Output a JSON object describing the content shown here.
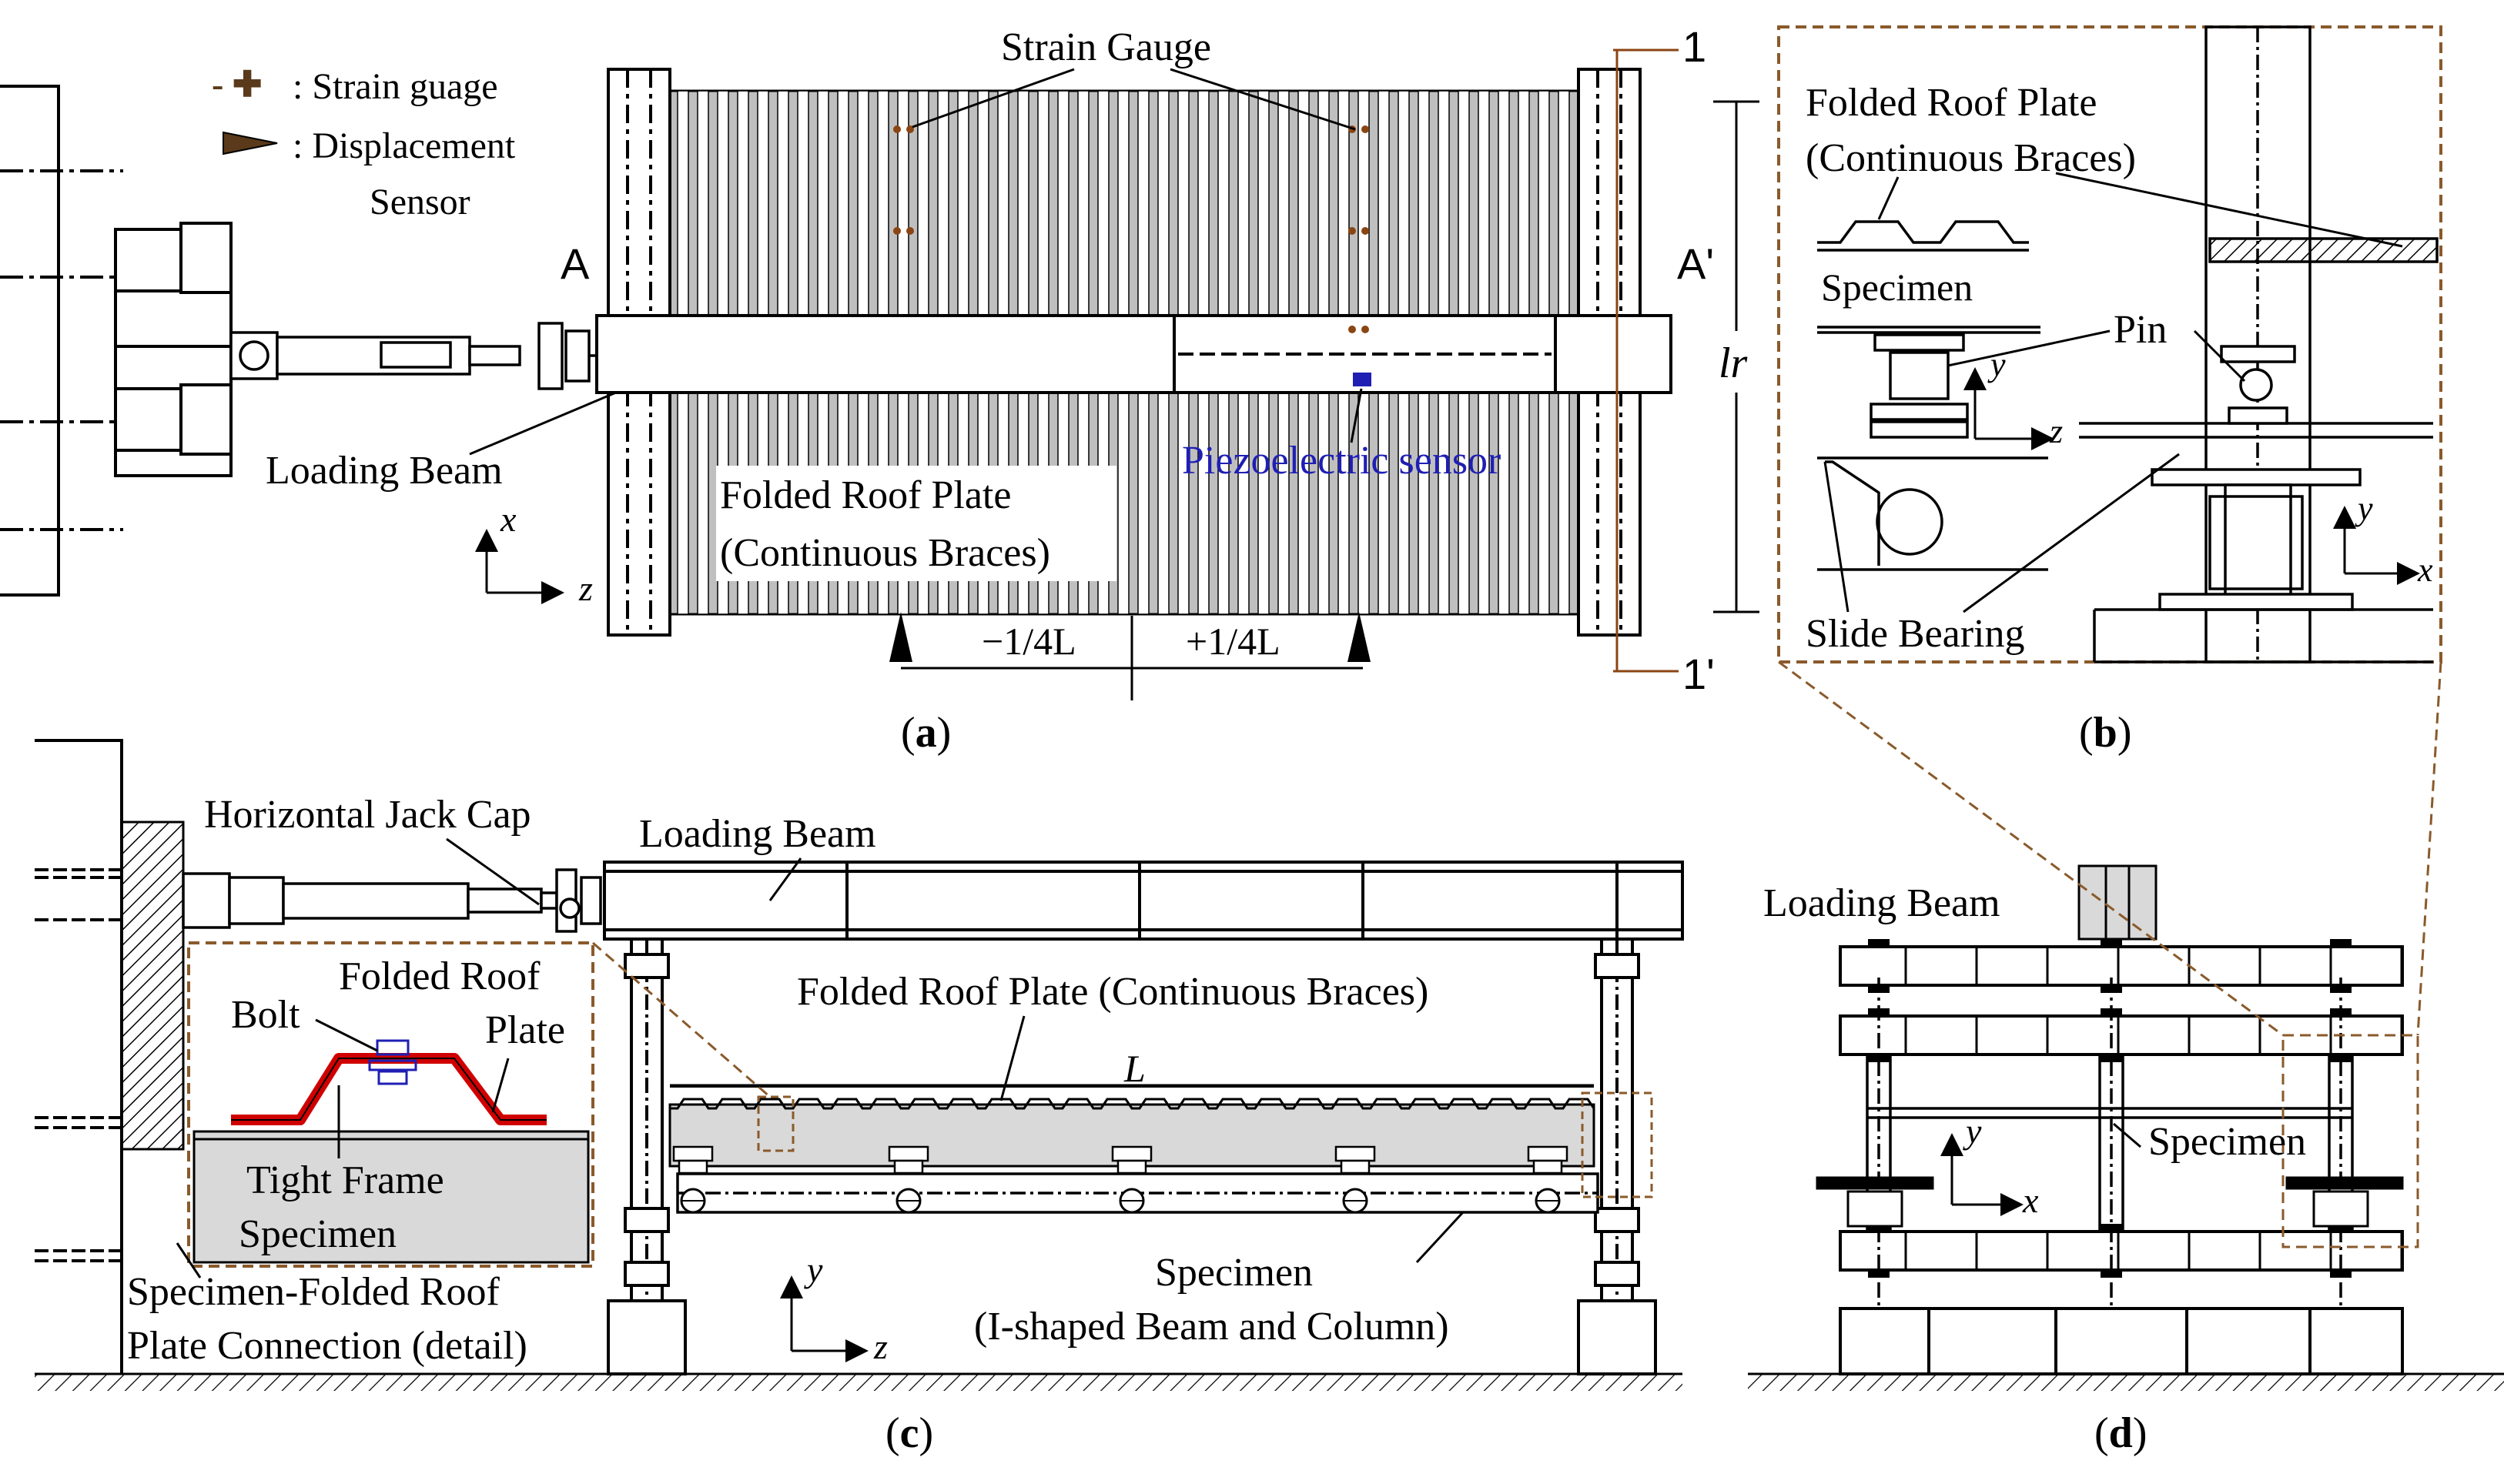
{
  "colors": {
    "line": "#000000",
    "detail_dash": "#8a5a2b",
    "sensor_blue": "#1f1fb4",
    "roof_red": "#d00000",
    "fill_gray": "#d9d9d9"
  },
  "panel_a": {
    "label": "a",
    "legend": {
      "strain_symbol": "- ✚",
      "strain_label": ": Strain guage",
      "disp_label_1": ": Displacement",
      "disp_label_2": "Sensor"
    },
    "strain_gauge": "Strain Gauge",
    "section_a": "A",
    "section_a_prime": "A'",
    "section_1": "1",
    "section_1_prime": "1'",
    "loading_beam": "Loading Beam",
    "roof_plate_1": "Folded Roof Plate",
    "roof_plate_2": "(Continuous Braces)",
    "piezo": "Piezoelectric sensor",
    "lr": "lr",
    "dim_left": "−1/4L",
    "dim_right": "+1/4L",
    "axis_x": "x",
    "axis_z": "z"
  },
  "panel_b": {
    "label": "b",
    "roof_plate_1": "Folded Roof Plate",
    "roof_plate_2": "(Continuous Braces)",
    "specimen": "Specimen",
    "pin": "Pin",
    "slide_bearing": "Slide Bearing",
    "axis_y": "y",
    "axis_z": "z",
    "axis_x": "x"
  },
  "panel_c": {
    "label": "c",
    "jack_cap": "Horizontal Jack Cap",
    "loading_beam": "Loading Beam",
    "roof_plate": "Folded Roof Plate (Continuous Braces)",
    "span": "L",
    "bolt": "Bolt",
    "roof_1": "Folded Roof",
    "roof_2": "Plate",
    "tight_frame": "Tight Frame",
    "specimen": "Specimen",
    "conn_1": "Specimen-Folded Roof",
    "conn_2": "Plate Connection (detail)",
    "spec_1": "Specimen",
    "spec_2": "(I-shaped Beam and Column)",
    "axis_y": "y",
    "axis_z": "z"
  },
  "panel_d": {
    "label": "d",
    "loading_beam": "Loading Beam",
    "specimen": "Specimen",
    "axis_y": "y",
    "axis_x": "x"
  }
}
